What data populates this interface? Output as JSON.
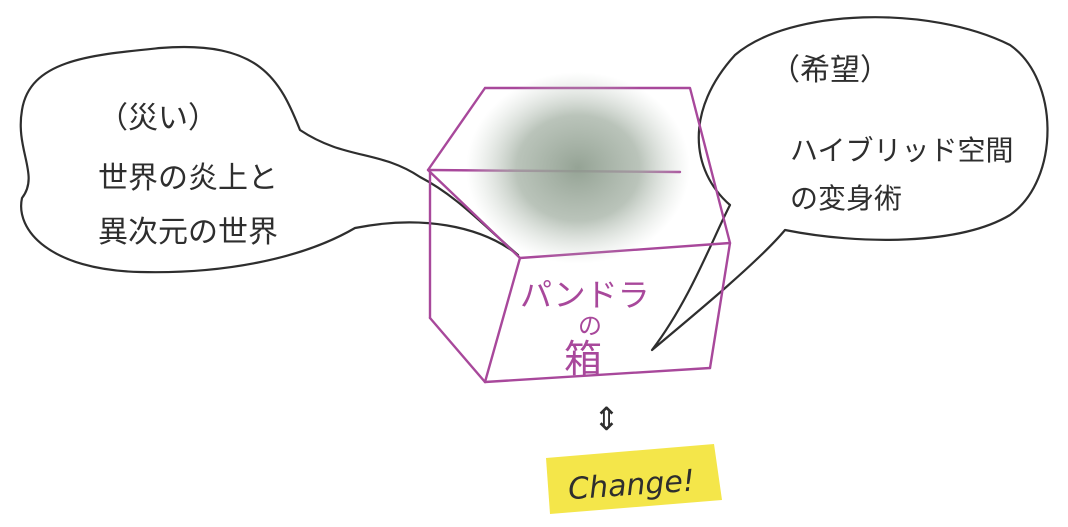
{
  "left_bubble": {
    "heading": "（災い）",
    "line1": "世界の炎上と",
    "line2": "異次元の世界"
  },
  "right_bubble": {
    "heading": "（希望）",
    "line1": "ハイブリッド空間",
    "line2": "の変身術"
  },
  "box": {
    "line1": "パンドラ",
    "line2": "の",
    "line3": "箱"
  },
  "arrow_symbol": "⇕",
  "change_note": "Change!",
  "colors": {
    "ink": "#2e2e2e",
    "box_outline": "#a8489b",
    "box_text": "#a8489b",
    "glow": "#9aa89a",
    "sticky_note": "#f4e64a"
  }
}
